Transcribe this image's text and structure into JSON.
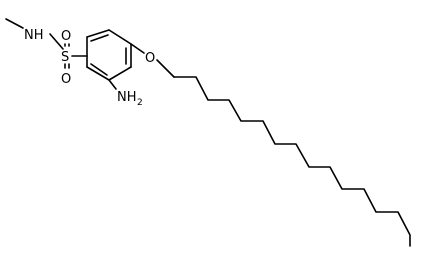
{
  "molecule": {
    "atoms": {
      "sulfonamide_nitrogen": "NH",
      "sulfur": "S",
      "sulfonyl_oxygen_top": "O",
      "sulfonyl_oxygen_bottom": "O",
      "amino_group": "NH",
      "amino_subscript": "2",
      "ether_oxygen": "O"
    },
    "colors": {
      "bond": "#000000",
      "label": "#000000",
      "background": "#ffffff"
    }
  }
}
